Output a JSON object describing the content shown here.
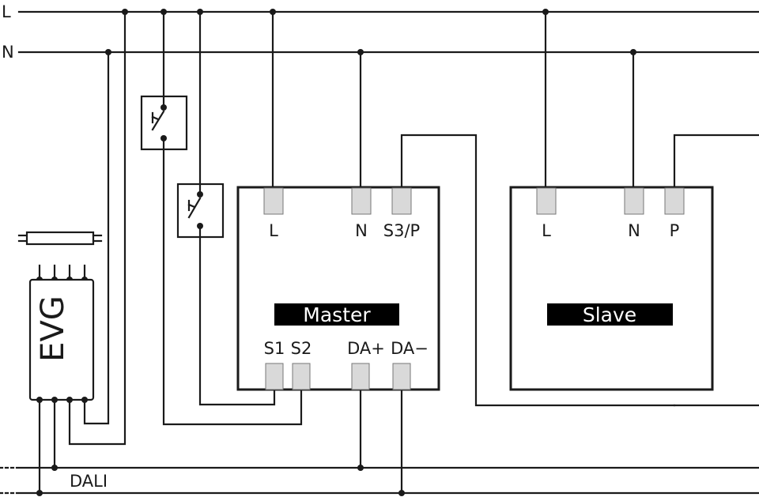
{
  "bus": {
    "line_l": "L",
    "line_n": "N",
    "dali": "DALI"
  },
  "ballast": {
    "label": "EVG"
  },
  "master": {
    "name": "Master",
    "terminals_top": [
      "L",
      "N",
      "S3/P"
    ],
    "terminals_bottom": [
      "S1",
      "S2",
      "DA+",
      "DA−"
    ]
  },
  "slave": {
    "name": "Slave",
    "terminals_top": [
      "L",
      "N",
      "P"
    ]
  },
  "colors": {
    "line": "#1a1a1a",
    "terminal": "#d9d9d9",
    "tag_bg": "#000000",
    "tag_text": "#ffffff"
  }
}
